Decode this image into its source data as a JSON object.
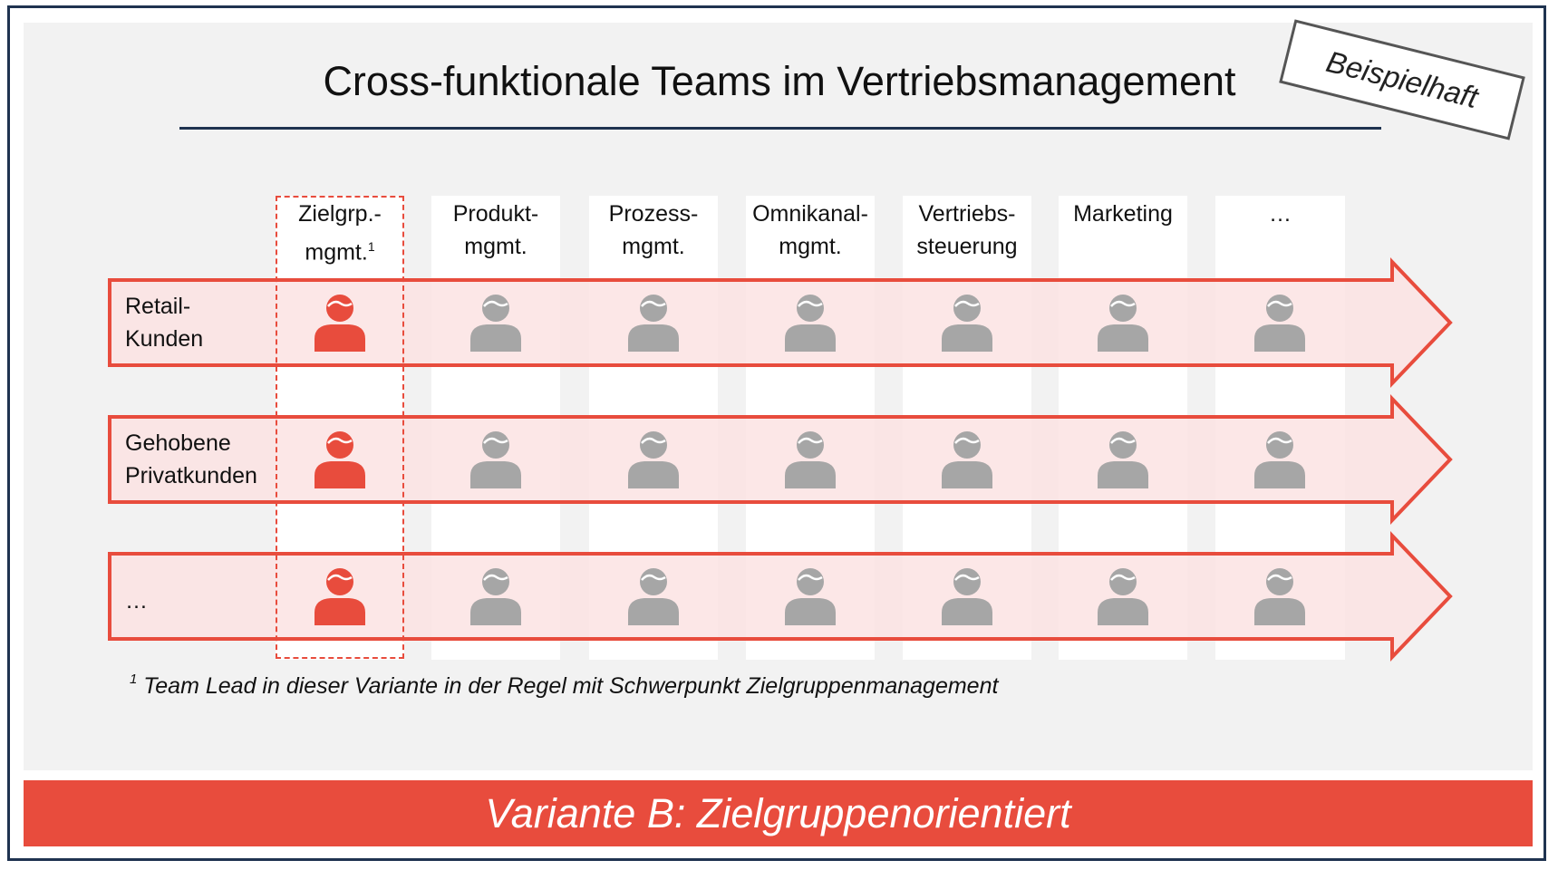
{
  "title": "Cross-funktionale Teams im Vertriebsmanagement",
  "stamp": "Beispielhaft",
  "columns": [
    {
      "label": "Zielgrp.-\nmgmt.",
      "footnote_mark": "1"
    },
    {
      "label": "Produkt-\nmgmt."
    },
    {
      "label": "Prozess-\nmgmt."
    },
    {
      "label": "Omnikanal-\nmgmt."
    },
    {
      "label": "Vertriebs-\nsteuerung"
    },
    {
      "label": "Marketing"
    },
    {
      "label": "…"
    }
  ],
  "rows": [
    {
      "label": "Retail-\nKunden"
    },
    {
      "label": "Gehobene\nPrivatkunden"
    },
    {
      "label": "…"
    }
  ],
  "colors": {
    "accent": "#e84c3d",
    "arrow_fill": "#fbe3e3",
    "person_gray": "#a6a6a6",
    "frame": "#1f3350"
  },
  "icons": {
    "person": "person-icon"
  },
  "footnote": {
    "mark": "1",
    "text": "Team Lead in dieser Variante in der Regel mit Schwerpunkt Zielgruppenmanagement"
  },
  "footer": "Variante B: Zielgruppenorientiert"
}
